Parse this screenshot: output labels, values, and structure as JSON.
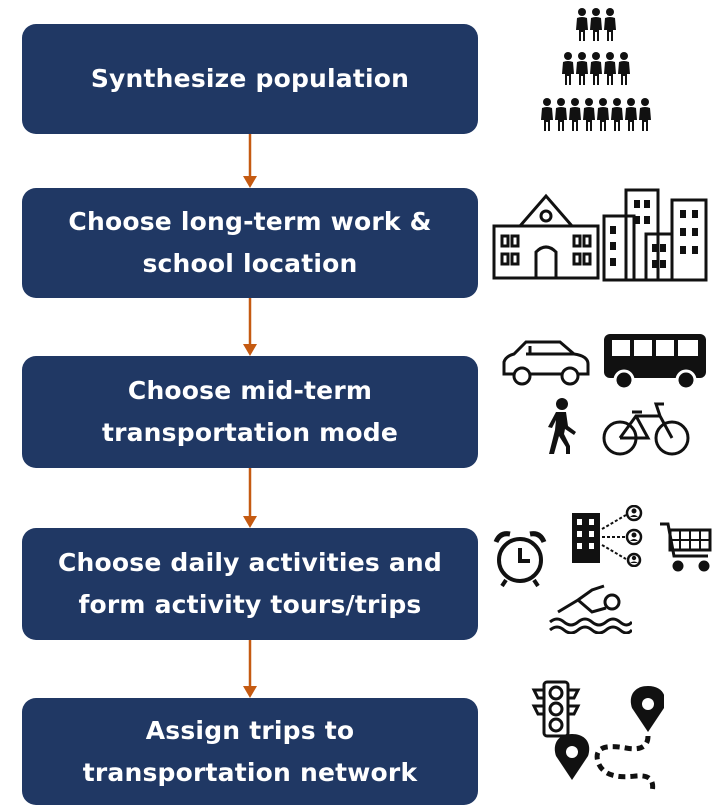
{
  "steps": [
    {
      "lines": [
        "Synthesize population"
      ]
    },
    {
      "lines": [
        "Choose long-term work &",
        "school location"
      ]
    },
    {
      "lines": [
        "Choose mid-term",
        "transportation mode"
      ]
    },
    {
      "lines": [
        "Choose daily activities and",
        "form activity tours/trips"
      ]
    },
    {
      "lines": [
        "Assign trips to",
        "transportation network"
      ]
    }
  ],
  "colors": {
    "box": "#203864",
    "arrow": "#c55a11",
    "text": "#ffffff",
    "icon": "#111111"
  },
  "icons": [
    "population-pyramid-icon",
    "school-building-icon",
    "city-buildings-icon",
    "car-icon",
    "bus-icon",
    "walking-person-icon",
    "bicycle-icon",
    "alarm-clock-icon",
    "office-network-icon",
    "shopping-cart-icon",
    "swimmer-icon",
    "traffic-light-icon",
    "route-map-icon"
  ]
}
